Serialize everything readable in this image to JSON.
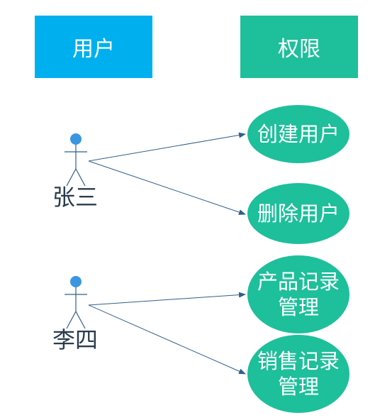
{
  "headers": {
    "user_label": "用户",
    "permission_label": "权限"
  },
  "actors": [
    {
      "name": "张三"
    },
    {
      "name": "李四"
    }
  ],
  "use_cases": [
    {
      "label": "创建用户"
    },
    {
      "label": "删除用户"
    },
    {
      "label": "产品记录\n管理"
    },
    {
      "label": "销售记录\n管理"
    }
  ],
  "colors": {
    "user_header": "#00b0ee",
    "permission_header": "#1ebf9b",
    "use_case": "#1ebf9b",
    "actor_head": "#3b96e2",
    "line": "#2e5f8a"
  }
}
